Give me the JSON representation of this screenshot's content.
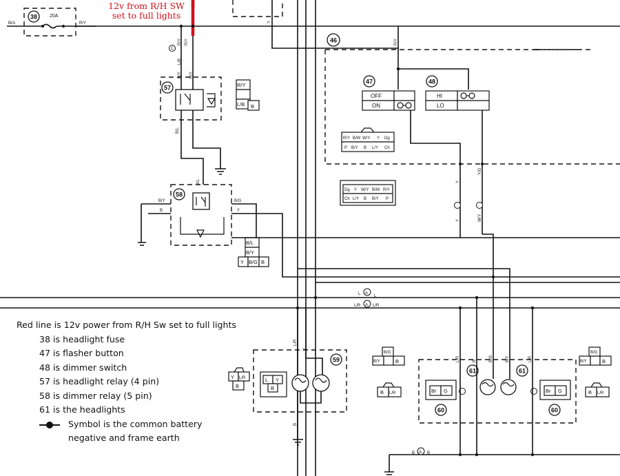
{
  "annotation": {
    "line1": "12v from R/H SW",
    "line2": "set to full lights"
  },
  "legend": {
    "lead": "Red line is 12v power from R/H Sw set to full lights",
    "items": [
      "38 is headlight fuse",
      "47 is flasher button",
      "48 is dimmer switch",
      "57 is headlight relay (4 pin)",
      "58 is dimmer relay (5 pin)",
      "61 is the headlights"
    ],
    "symbol_line1": "Symbol is the common battery",
    "symbol_line2": "negative and frame earth"
  },
  "components": {
    "c38": "38",
    "c46": "46",
    "c47": "47",
    "c48": "48",
    "c57": "57",
    "c58": "58",
    "c59": "59",
    "c60": "60",
    "c61": "61"
  },
  "fuse": {
    "rating": "20A"
  },
  "switch47": {
    "off": "OFF",
    "on": "ON"
  },
  "switch48": {
    "hi": "HI",
    "lo": "LO"
  },
  "wire_labels": {
    "br_l": "Br/L",
    "r_y": "R/Y",
    "y": "Y",
    "b_y": "B/Y",
    "b": "B",
    "b_l": "B/L",
    "b_g": "B/G",
    "l": "L",
    "l_r": "L/R",
    "y_g": "Y/G",
    "w_y": "W/Y",
    "a": "A",
    "c": "C",
    "l_b": "L/B"
  },
  "connectors": {
    "conn57": [
      "R/Y",
      "L/B",
      "B"
    ],
    "conn_switch_top": [
      "R/Y",
      "B/W",
      "W/Y",
      "Y",
      "Dg"
    ],
    "conn_switch_bot": [
      "P",
      "B/Y",
      "B",
      "L/Y",
      "Ch"
    ],
    "conn_right_top": [
      "Dg",
      "Y",
      "W/Y",
      "B/W",
      "R/Y"
    ],
    "conn_right_bot": [
      "Ch",
      "L/Y",
      "B",
      "B/Y",
      "P"
    ],
    "conn58": [
      "B/L",
      "B/Y",
      "Y",
      "B/G",
      "B"
    ],
    "conn_left": [
      "Y",
      "L/R",
      "B"
    ],
    "conn59": [
      "L",
      "Y",
      "B"
    ],
    "conn_mid_small": [
      "B/G",
      "B/Y",
      "B"
    ],
    "conn_mid_small2": [
      "B",
      "L/R"
    ],
    "conn60": [
      "Br",
      "G"
    ],
    "conn_right_small": [
      "B/G",
      "B/Y",
      "B"
    ],
    "conn_right_small2": [
      "B",
      "L/R"
    ]
  }
}
